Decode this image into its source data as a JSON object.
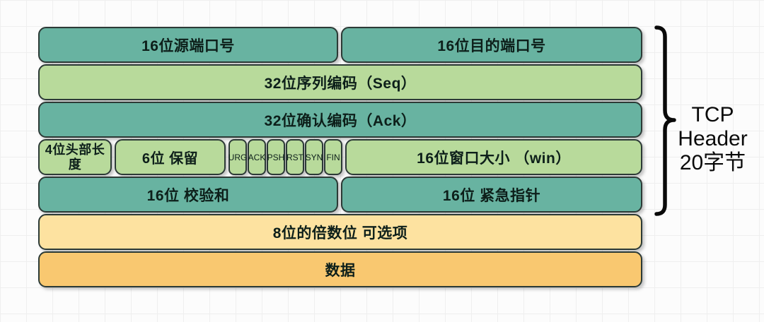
{
  "colors": {
    "teal": "#68b3a1",
    "green": "#b8da9b",
    "yellow": "#fde2a0",
    "orange": "#f9c870",
    "border": "#2c3a36",
    "text": "#0d1f1a"
  },
  "diagram": {
    "title_semantic": "TCP header structure",
    "rows": [
      {
        "cells": [
          {
            "label": "16位源端口号"
          },
          {
            "label": "16位目的端口号"
          }
        ]
      },
      {
        "cells": [
          {
            "label": "32位序列编码（Seq）"
          }
        ]
      },
      {
        "cells": [
          {
            "label": "32位确认编码（Ack）"
          }
        ]
      },
      {
        "cells": [
          {
            "label": "4位头部长度"
          },
          {
            "label": "6位 保留"
          },
          {
            "label": "URG"
          },
          {
            "label": "ACK"
          },
          {
            "label": "PSH"
          },
          {
            "label": "RST"
          },
          {
            "label": "SYN"
          },
          {
            "label": "FIN"
          },
          {
            "label": "16位窗口大小 （win）"
          }
        ]
      },
      {
        "cells": [
          {
            "label": "16位 校验和"
          },
          {
            "label": "16位 紧急指针"
          }
        ]
      },
      {
        "cells": [
          {
            "label": "8位的倍数位 可选项"
          }
        ]
      },
      {
        "cells": [
          {
            "label": "数据"
          }
        ]
      }
    ]
  },
  "annotation": {
    "line1": "TCP",
    "line2": "Header",
    "line3": "20字节"
  }
}
